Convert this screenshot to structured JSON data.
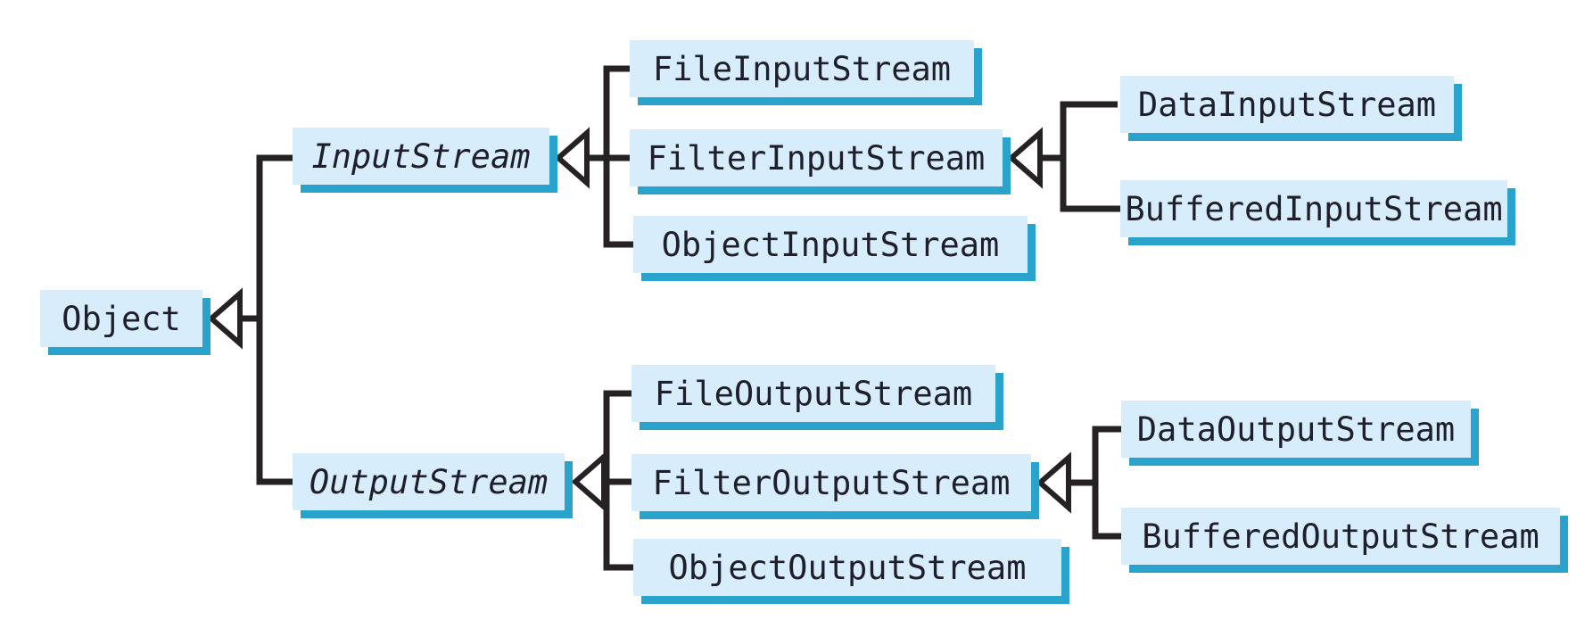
{
  "colors": {
    "box_fill": "#d7edfb",
    "box_shadow": "#2aa3cc",
    "line": "#262224",
    "text": "#1f1f2b",
    "background": "#ffffff"
  },
  "nodes": [
    {
      "id": "object",
      "label": "Object",
      "abstract": false
    },
    {
      "id": "inputstream",
      "label": "InputStream",
      "abstract": true
    },
    {
      "id": "fileinputstream",
      "label": "FileInputStream",
      "abstract": false
    },
    {
      "id": "filterinputstream",
      "label": "FilterInputStream",
      "abstract": false
    },
    {
      "id": "objectinputstream",
      "label": "ObjectInputStream",
      "abstract": false
    },
    {
      "id": "datainputstream",
      "label": "DataInputStream",
      "abstract": false
    },
    {
      "id": "bufferedinputstream",
      "label": "BufferedInputStream",
      "abstract": false
    },
    {
      "id": "outputstream",
      "label": "OutputStream",
      "abstract": true
    },
    {
      "id": "fileoutputstream",
      "label": "FileOutputStream",
      "abstract": false
    },
    {
      "id": "filteroutputstream",
      "label": "FilterOutputStream",
      "abstract": false
    },
    {
      "id": "objectoutputstream",
      "label": "ObjectOutputStream",
      "abstract": false
    },
    {
      "id": "dataoutputstream",
      "label": "DataOutputStream",
      "abstract": false
    },
    {
      "id": "bufferedoutputstream",
      "label": "BufferedOutputStream",
      "abstract": false
    }
  ],
  "edges": [
    {
      "child": "InputStream",
      "parent": "Object"
    },
    {
      "child": "OutputStream",
      "parent": "Object"
    },
    {
      "child": "FileInputStream",
      "parent": "InputStream"
    },
    {
      "child": "FilterInputStream",
      "parent": "InputStream"
    },
    {
      "child": "ObjectInputStream",
      "parent": "InputStream"
    },
    {
      "child": "DataInputStream",
      "parent": "FilterInputStream"
    },
    {
      "child": "BufferedInputStream",
      "parent": "FilterInputStream"
    },
    {
      "child": "FileOutputStream",
      "parent": "OutputStream"
    },
    {
      "child": "FilterOutputStream",
      "parent": "OutputStream"
    },
    {
      "child": "ObjectOutputStream",
      "parent": "OutputStream"
    },
    {
      "child": "DataOutputStream",
      "parent": "FilterOutputStream"
    },
    {
      "child": "BufferedOutputStream",
      "parent": "FilterOutputStream"
    }
  ]
}
